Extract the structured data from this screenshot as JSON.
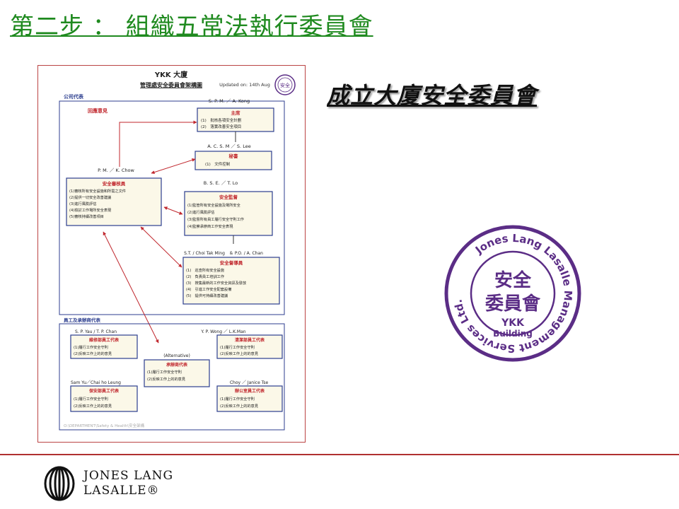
{
  "slide": {
    "title": "第二步 ： 組織五常法執行委員會",
    "subtitle": "成立大廈安全委員會"
  },
  "org_chart": {
    "header_title": "YKK 大廈",
    "header_subtitle": "管理處安全委員會架構圖",
    "updated": "Updated on: 14th Aug",
    "company_section_label": "公司代表",
    "staff_section_label": "員工及承辦商代表",
    "feedback_label": "回應意見",
    "alternative_label": "(Alternative)",
    "footer_path": "O:\\DEPARTMENT\\Safety & Health\\安全架構",
    "chairman": {
      "person": "S. P. M. ／ A. Kong",
      "title": "主席",
      "lines": [
        "(1)　批核各項安全計劃",
        "(2)　落實改善安全項目"
      ]
    },
    "secretary": {
      "person": "A. C. S. M ／ S. Lee",
      "title": "秘書",
      "lines": [
        "(1)　文件控制"
      ]
    },
    "auditor": {
      "person": "P. M. ／ K. Chow",
      "title": "安全審核員",
      "lines": [
        "(1)審核所有安全設施和所需之文件",
        "(2)提供一切安全改善建議",
        "(3)進行風險評估",
        "(4)檢討工作場所安全表現",
        "(5)審核持續改善項目"
      ]
    },
    "supervisor": {
      "person": "B. S. E. ／ T. Lo",
      "title": "安全監督",
      "lines": [
        "(1)監管所有安全設施及場所安全",
        "(2)進行風險評估",
        "(3)監督所有員工履行安全守則工作",
        "(4)監察承辦商工作安全表現"
      ]
    },
    "officer": {
      "person": "S.T. / Choi Tak Ming　＆ P.O. / A. Chan",
      "title": "安全督導員",
      "lines": [
        "(1)　巡查所有安全設施",
        "(2)　負責員工培訓工作",
        "(3)　搜集最新的工作安全資訊及發放",
        "(4)　引進工作安全配套設備",
        "(5)　提供可持續改善建議"
      ]
    },
    "maintenance_rep": {
      "person": "S. P. Yau / T. P. Chan",
      "title": "維修部員工代表",
      "lines": [
        "(1)履行工作安全守則",
        "(2)反映工作上的的意見"
      ]
    },
    "cleaning_rep": {
      "person": "Y. P. Wong ／ L.K.Man",
      "title": "清潔部員工代表",
      "lines": [
        "(1)履行工作安全守則",
        "(2)反映工作上的的意見"
      ]
    },
    "contractor_rep": {
      "title": "承辦商代表",
      "lines": [
        "(1)履行工作安全守則",
        "(2)反映工作上的的意見"
      ]
    },
    "security_rep": {
      "person": "Sam Yu／Chai ho Leung",
      "title": "保安部員工代表",
      "lines": [
        "(1)履行工作安全守則",
        "(2)反映工作上的的意見"
      ]
    },
    "office_rep": {
      "person": "Choy ／ Janice Tse",
      "title": "辦公室員工代表",
      "lines": [
        "(1)履行工作安全守則",
        "(2)反映工作上的的意見"
      ]
    }
  },
  "seal": {
    "ring_text": "Jones Lang Lasalle Management Services Ltd.",
    "center_line1": "安全",
    "center_line2": "委員會",
    "bottom_line1": "YKK",
    "bottom_line2": "Building",
    "color": "#5b2d86"
  },
  "mini_seal": {
    "text": "安全"
  },
  "footer": {
    "logo_line1": "JONES LANG",
    "logo_line2": "LASALLE®"
  },
  "colors": {
    "title_green": "#1f8a1f",
    "rule_red": "#b03030",
    "chart_red": "#c0272d",
    "chart_blue": "#2c3e8f",
    "box_fill": "#fbf8e8"
  }
}
